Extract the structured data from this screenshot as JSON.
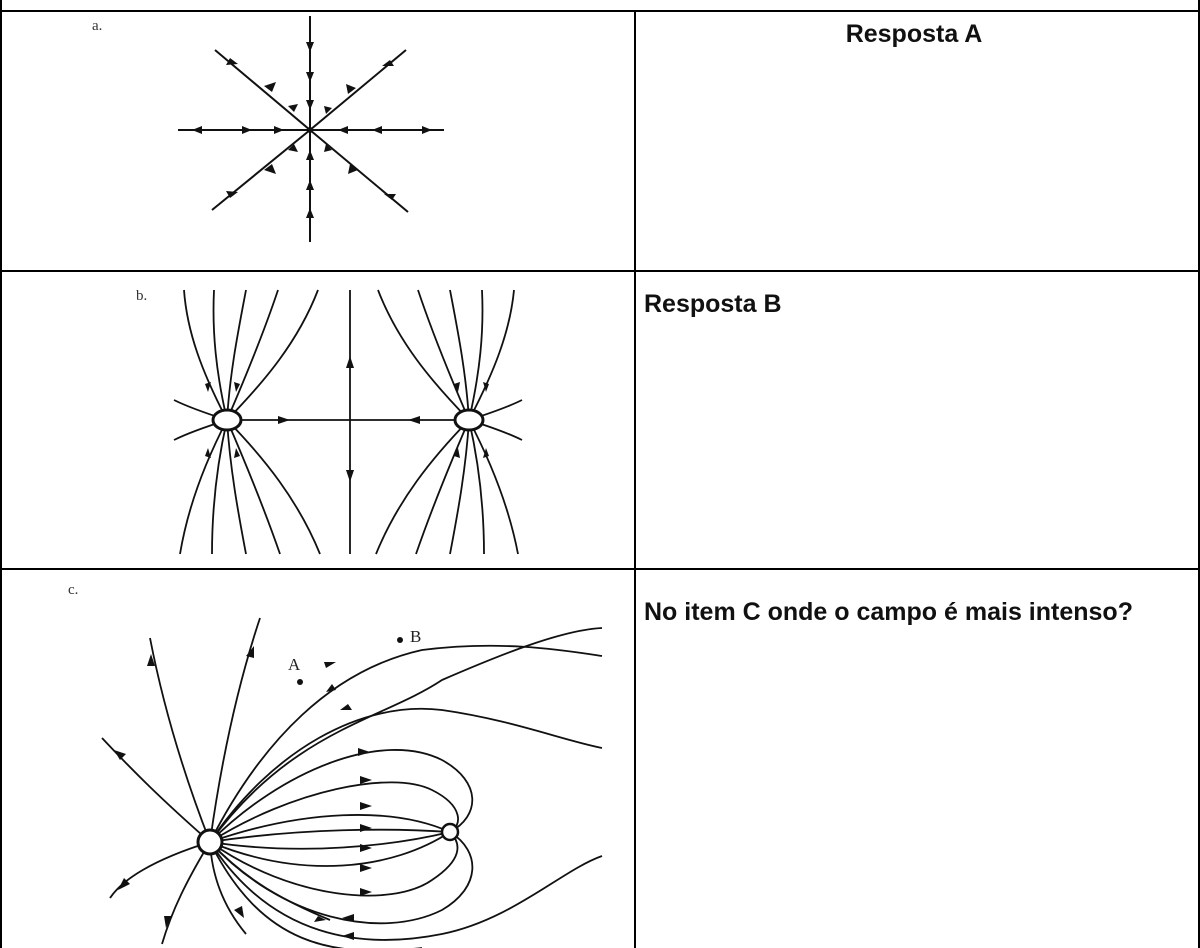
{
  "rows": [
    {
      "figure_label": "a.",
      "answer": "Resposta  A"
    },
    {
      "figure_label": "b.",
      "answer": "Resposta B"
    },
    {
      "figure_label": "c.",
      "answer": "No item C onde o campo é mais intenso?",
      "point_labels": [
        "A",
        "B"
      ]
    }
  ]
}
